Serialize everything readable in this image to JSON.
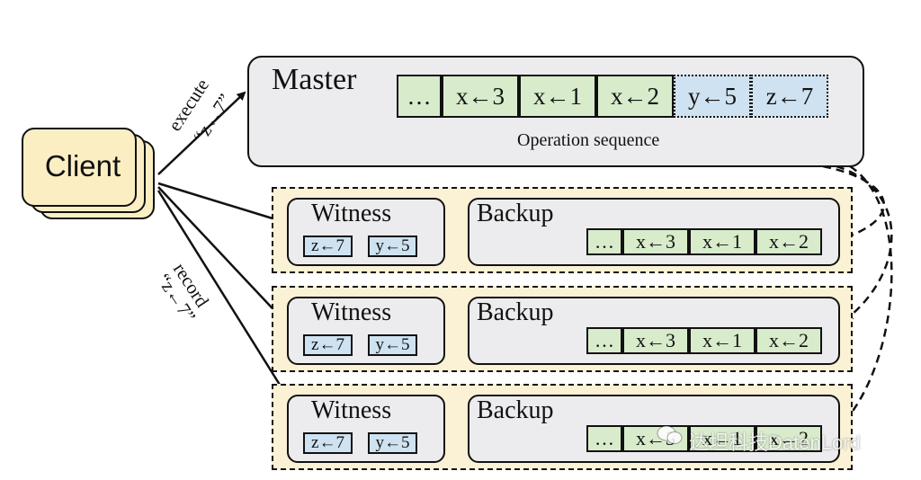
{
  "client": {
    "label": "Client"
  },
  "master": {
    "title": "Master",
    "sequence": [
      {
        "text": "…",
        "status": "committed"
      },
      {
        "text": "x←3",
        "status": "committed"
      },
      {
        "text": "x←1",
        "status": "committed"
      },
      {
        "text": "x←2",
        "status": "committed"
      },
      {
        "text": "y←5",
        "status": "unsynced"
      },
      {
        "text": "z←7",
        "status": "unsynced"
      }
    ],
    "caption": "Operation sequence"
  },
  "edges": {
    "execute_label": "execute",
    "execute_value": "“z←7”",
    "record_label": "record",
    "record_value": "“z←7”"
  },
  "replicas": [
    {
      "witness_title": "Witness",
      "witness_entries": [
        "z←7",
        "y←5"
      ],
      "backup_title": "Backup",
      "backup_entries": [
        "…",
        "x←3",
        "x←1",
        "x←2"
      ]
    },
    {
      "witness_title": "Witness",
      "witness_entries": [
        "z←7",
        "y←5"
      ],
      "backup_title": "Backup",
      "backup_entries": [
        "…",
        "x←3",
        "x←1",
        "x←2"
      ]
    },
    {
      "witness_title": "Witness",
      "witness_entries": [
        "z←7",
        "y←5"
      ],
      "backup_title": "Backup",
      "backup_entries": [
        "…",
        "x←3",
        "x←1",
        "x←2"
      ]
    }
  ],
  "watermark": "达坦科技DatenLord",
  "colors": {
    "client_fill": "#fbeec3",
    "committed_fill": "#d8ebcb",
    "unsynced_fill": "#cfe2f1",
    "box_fill": "#ececee",
    "group_fill": "#fbf1d4"
  }
}
